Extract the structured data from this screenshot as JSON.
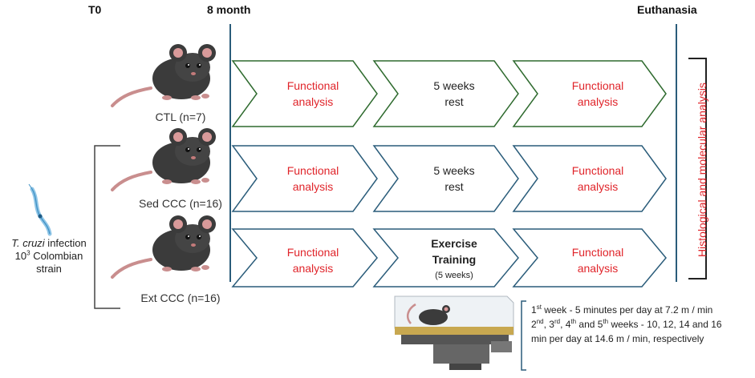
{
  "timeline": {
    "t0": "T0",
    "month8": "8 month",
    "euthanasia": "Euthanasia"
  },
  "groups": [
    {
      "label": "CTL (n=7)",
      "color": "#2e6a2e",
      "steps": [
        {
          "lines": [
            "Functional",
            "analysis"
          ],
          "style": "red"
        },
        {
          "lines": [
            "5 weeks",
            "rest"
          ],
          "style": "dark"
        },
        {
          "lines": [
            "Functional",
            "analysis"
          ],
          "style": "red"
        }
      ]
    },
    {
      "label": "Sed CCC (n=16)",
      "color": "#2a5c7a",
      "steps": [
        {
          "lines": [
            "Functional",
            "analysis"
          ],
          "style": "red"
        },
        {
          "lines": [
            "5 weeks",
            "rest"
          ],
          "style": "dark"
        },
        {
          "lines": [
            "Functional",
            "analysis"
          ],
          "style": "red"
        }
      ]
    },
    {
      "label": "Ext CCC (n=16)",
      "color": "#2a5c7a",
      "steps": [
        {
          "lines": [
            "Functional",
            "analysis"
          ],
          "style": "red"
        },
        {
          "lines": [
            "Exercise",
            "Training"
          ],
          "style": "bold",
          "note": "(5 weeks)"
        },
        {
          "lines": [
            "Functional",
            "analysis"
          ],
          "style": "red"
        }
      ]
    }
  ],
  "analysis_label": "Histological and molecular analysis",
  "infection": {
    "species": "T. cruzi",
    "word": " infection",
    "dose_base": "10",
    "dose_exp": "3",
    "dose_rest": " Colombian",
    "line3": "strain"
  },
  "protocol": {
    "w1_num": "1",
    "w1_sup": "st",
    "w1_text": " week - 5 minutes per day at 7.2 m / min",
    "w2_num": "2",
    "w2_sup": "nd",
    "w3_num": ", 3",
    "w3_sup": "rd",
    "w4_num": ", 4",
    "w4_sup": "th",
    "w5_num": " and 5",
    "w5_sup": "th",
    "w2_text": " weeks - 10, 12, 14 and 16",
    "line3": "min per day at 14.6 m / min, respectively"
  },
  "colors": {
    "green": "#2e6a2e",
    "blue": "#2a5c7a",
    "red": "#e0242a",
    "timeline": "#2a5c7a"
  }
}
